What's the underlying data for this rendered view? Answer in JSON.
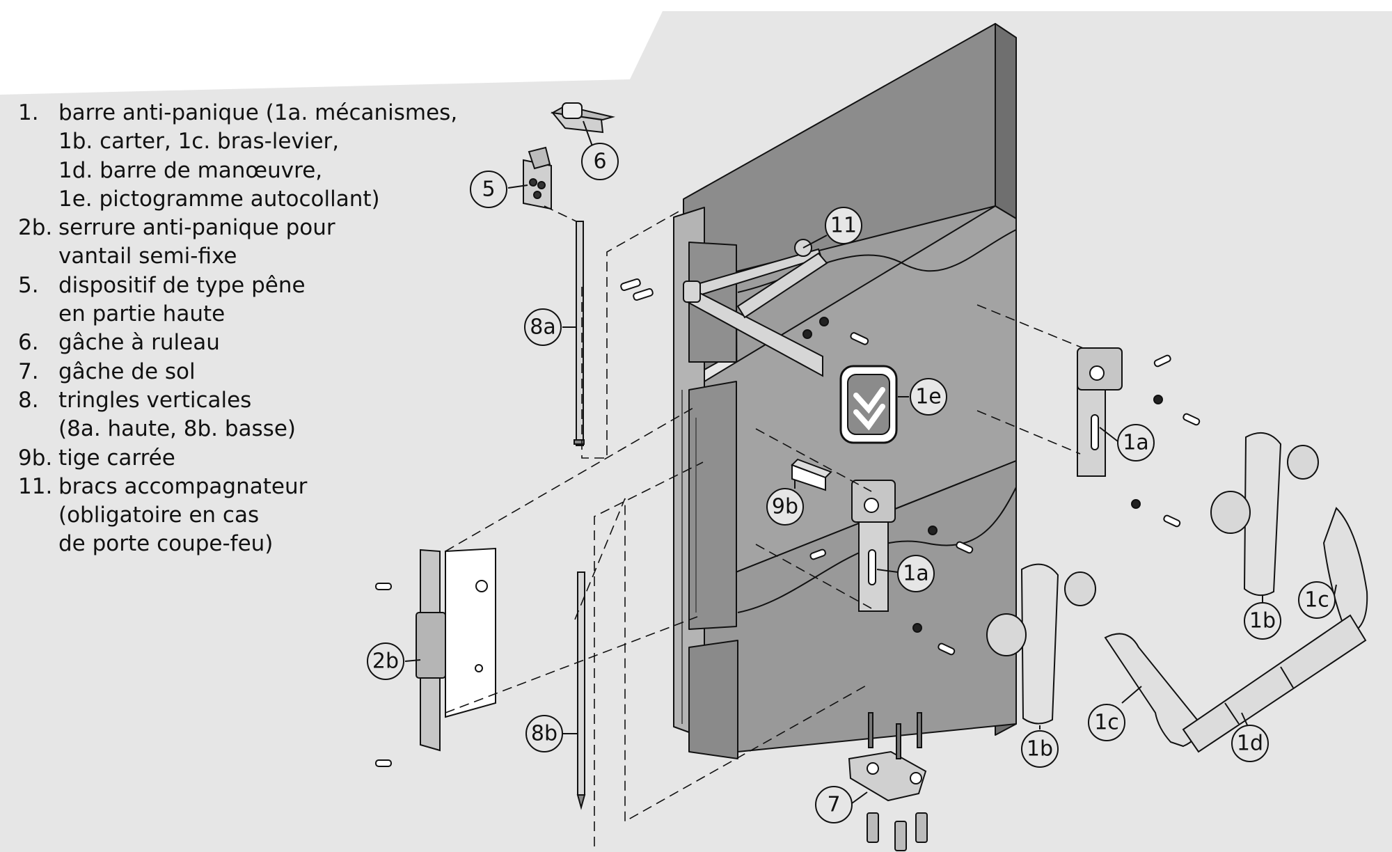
{
  "legend": [
    {
      "num": "1.",
      "lines": [
        "barre anti-panique (1a. mécanismes,",
        "1b. carter, 1c. bras-levier,",
        "1d. barre de manœuvre,",
        "1e. pictogramme autocollant)"
      ]
    },
    {
      "num": "2b.",
      "lines": [
        "serrure anti-panique pour",
        "vantail semi-fixe"
      ]
    },
    {
      "num": "5.",
      "lines": [
        "dispositif de type pêne",
        "en partie haute"
      ]
    },
    {
      "num": "6.",
      "lines": [
        "gâche à ruleau"
      ]
    },
    {
      "num": "7.",
      "lines": [
        "gâche de sol"
      ]
    },
    {
      "num": "8.",
      "lines": [
        "tringles verticales",
        "(8a. haute, 8b. basse)"
      ]
    },
    {
      "num": "9b.",
      "lines": [
        "tige carrée"
      ]
    },
    {
      "num": "11.",
      "lines": [
        "bracs accompagnateur",
        "(obligatoire en cas",
        "de porte coupe-feu)"
      ]
    }
  ],
  "callouts": {
    "c6": "6",
    "c5": "5",
    "c11": "11",
    "c8a": "8a",
    "c1e": "1e",
    "c1a_right": "1a",
    "c9b": "9b",
    "c1a_mid": "1a",
    "c2b": "2b",
    "c8b": "8b",
    "c7": "7",
    "c1b_left": "1b",
    "c1b_right": "1b",
    "c1c_left": "1c",
    "c1c_right": "1c",
    "c1d": "1d"
  },
  "colors": {
    "background": "#e6e6e6",
    "door": "#9a9a9a",
    "door_dark": "#7d7d7d",
    "metal": "#d7d7d7",
    "line": "#111111"
  }
}
